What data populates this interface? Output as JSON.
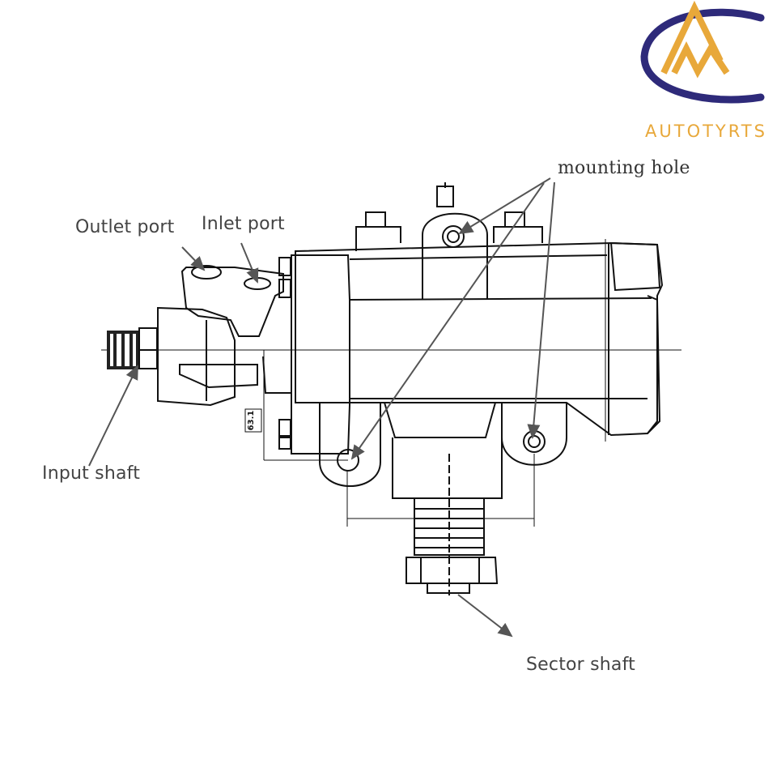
{
  "brand": {
    "name": "AUTOTYRTS",
    "arc_color": "#2e2a7a",
    "letter_color": "#e8a83a"
  },
  "labels": {
    "outlet_port": "Outlet port",
    "inlet_port": "Inlet port",
    "mounting_hole": "mounting hole",
    "input_shaft": "Input shaft",
    "sector_shaft": "Sector shaft"
  },
  "dimension": {
    "value": "63.1"
  },
  "colors": {
    "line": "#111111",
    "arrow": "#555555"
  }
}
